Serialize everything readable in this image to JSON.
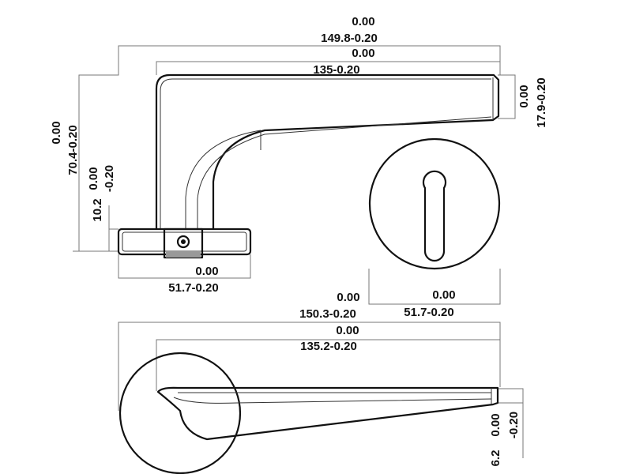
{
  "drawing": {
    "top_view": {
      "overall_length": {
        "tolerance_upper": "0.00",
        "value": "149.8-0.20"
      },
      "lever_length": {
        "tolerance_upper": "0.00",
        "value": "135-0.20"
      },
      "lever_tip_height": {
        "tolerance_upper": "0.00",
        "value": "17.9-0.20"
      },
      "overall_height": {
        "tolerance_upper": "0.00",
        "value": "70.4-0.20"
      },
      "rose_height": {
        "tolerance_upper": "0.00",
        "tolerance_lower": "-0.20",
        "value": "10.2"
      },
      "rose_diameter": {
        "tolerance_upper": "0.00",
        "value": "51.7-0.20"
      }
    },
    "escutcheon": {
      "diameter": {
        "tolerance_upper": "0.00",
        "value": "51.7-0.20"
      }
    },
    "side_view": {
      "overall_length": {
        "tolerance_upper": "0.00",
        "value": "150.3-0.20"
      },
      "lever_length": {
        "tolerance_upper": "0.00",
        "value": "135.2-0.20"
      },
      "tip_thickness": {
        "tolerance_upper": "0.00",
        "tolerance_lower": "-0.20",
        "value": "6.2"
      }
    }
  }
}
